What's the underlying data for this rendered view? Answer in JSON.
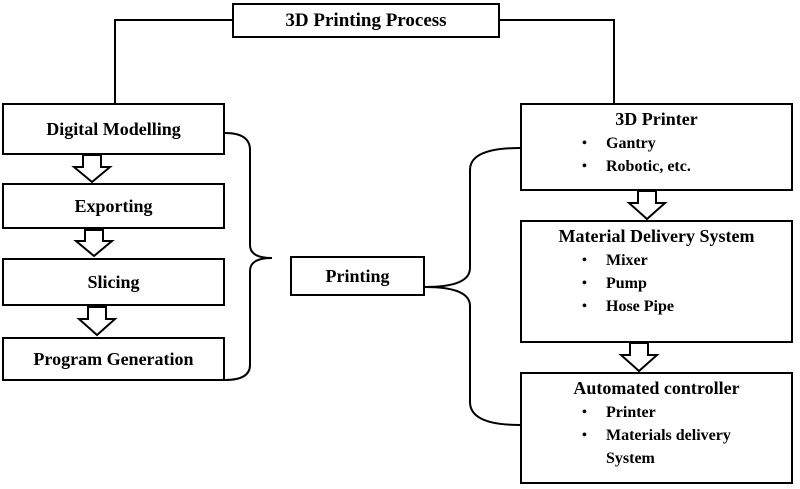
{
  "title": "3D Printing Process",
  "left_steps": [
    "Digital Modelling",
    "Exporting",
    "Slicing",
    "Program Generation"
  ],
  "center": "Printing",
  "right_boxes": [
    {
      "heading": "3D Printer",
      "items": [
        "Gantry",
        "Robotic, etc."
      ]
    },
    {
      "heading": "Material Delivery System",
      "items": [
        "Mixer",
        "Pump",
        "Hose Pipe"
      ]
    },
    {
      "heading": "Automated controller",
      "items": [
        "Printer",
        "Materials delivery System"
      ]
    }
  ],
  "bullet_glyph": "•"
}
